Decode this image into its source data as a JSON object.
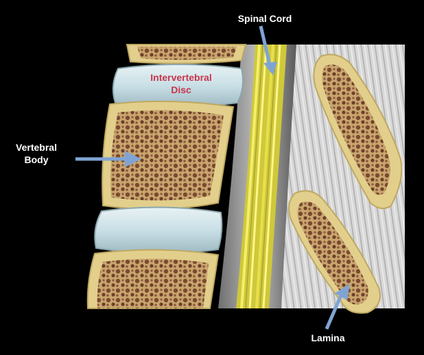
{
  "labels": {
    "spinal_cord": "Spinal Cord",
    "intervertebral_disc": "Intervertebral\nDisc",
    "vertebral_body": "Vertebral\nBody",
    "lamina": "Lamina"
  },
  "colors": {
    "background": "#000000",
    "bone_rim": "#d9c88a",
    "bone_marrow": "#8b5a3c",
    "disc": "#cfe3ea",
    "spinal_cord": "#e8e04a",
    "arrow": "#7fa4d4",
    "disc_label": "#c8344c",
    "label": "#ffffff"
  }
}
